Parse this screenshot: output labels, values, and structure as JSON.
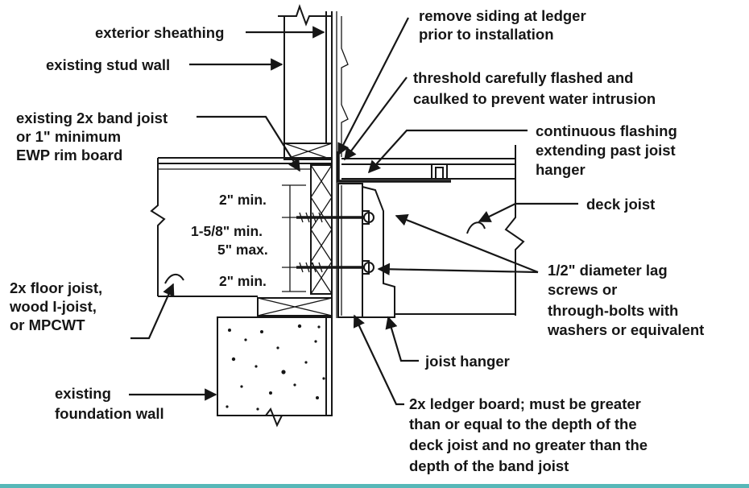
{
  "labels": {
    "exterior_sheathing": "exterior sheathing",
    "existing_stud_wall": "existing stud wall",
    "band_joist": [
      "existing 2x band joist",
      "or 1\" minimum",
      "EWP rim board"
    ],
    "floor_joist": [
      "2x floor joist,",
      "wood I-joist,",
      "or MPCWT"
    ],
    "foundation_wall": [
      "existing",
      "foundation wall"
    ],
    "remove_siding": [
      "remove siding at ledger",
      "prior to installation"
    ],
    "threshold": [
      "threshold carefully flashed and",
      "caulked to prevent water intrusion"
    ],
    "flashing": [
      "continuous flashing",
      "extending past joist",
      "hanger"
    ],
    "deck_joist": "deck joist",
    "screws": [
      "1/2\" diameter lag",
      "screws or",
      "through-bolts with",
      "washers or equivalent"
    ],
    "joist_hanger": "joist hanger",
    "ledger_board": [
      "2x ledger board; must be greater",
      "than or equal to the depth of the",
      "deck joist and no greater than the",
      "depth of the band joist"
    ]
  },
  "dimensions": {
    "top": "2\" min.",
    "middle": [
      "1-5/8\" min.",
      "5\" max."
    ],
    "bottom": "2\" min."
  },
  "colors": {
    "ink": "#161616",
    "background": "#ffffff",
    "bottom_band": "#56b8b8"
  }
}
